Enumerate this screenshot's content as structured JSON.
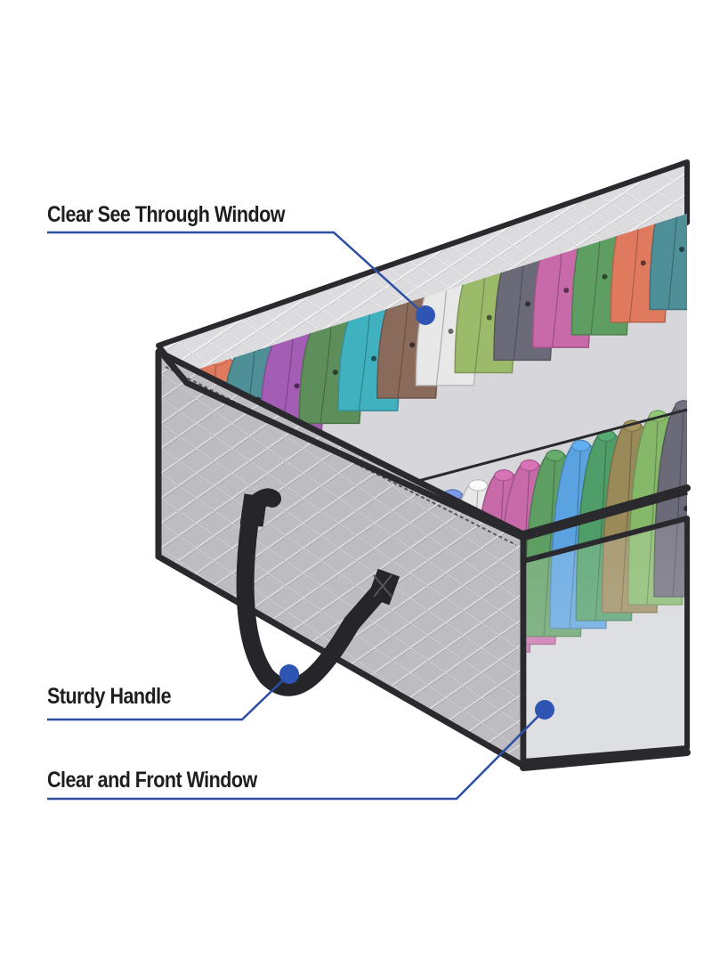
{
  "callouts": {
    "see_through_window": "Clear See Through Window",
    "sturdy_handle": "Sturdy Handle",
    "front_window": "Clear and Front Window"
  },
  "colors": {
    "callout_line": "#2c4fa3",
    "callout_dot": "#2f55b4",
    "text": "#1e1e1e",
    "bag_fabric": "#b9b9bd",
    "bag_piping": "#2a2a2e",
    "handle": "#26262a"
  },
  "caps_back_row": [
    "#e07a5f",
    "#4f8f97",
    "#a45db5",
    "#5e8f5a",
    "#3fb1bf",
    "#8a6a5a",
    "#e8e8e8",
    "#9bbb6a",
    "#6b6a78",
    "#c86aa9",
    "#5f9e62",
    "#e07a5f",
    "#4f8f97"
  ],
  "caps_front_row": [
    "#6f8fd8",
    "#e8e8e8",
    "#c86aa9",
    "#c86aa9",
    "#5e9e62",
    "#5aa2e0",
    "#4f9e6a",
    "#9a8a5a",
    "#86b86a",
    "#6b6a78"
  ]
}
